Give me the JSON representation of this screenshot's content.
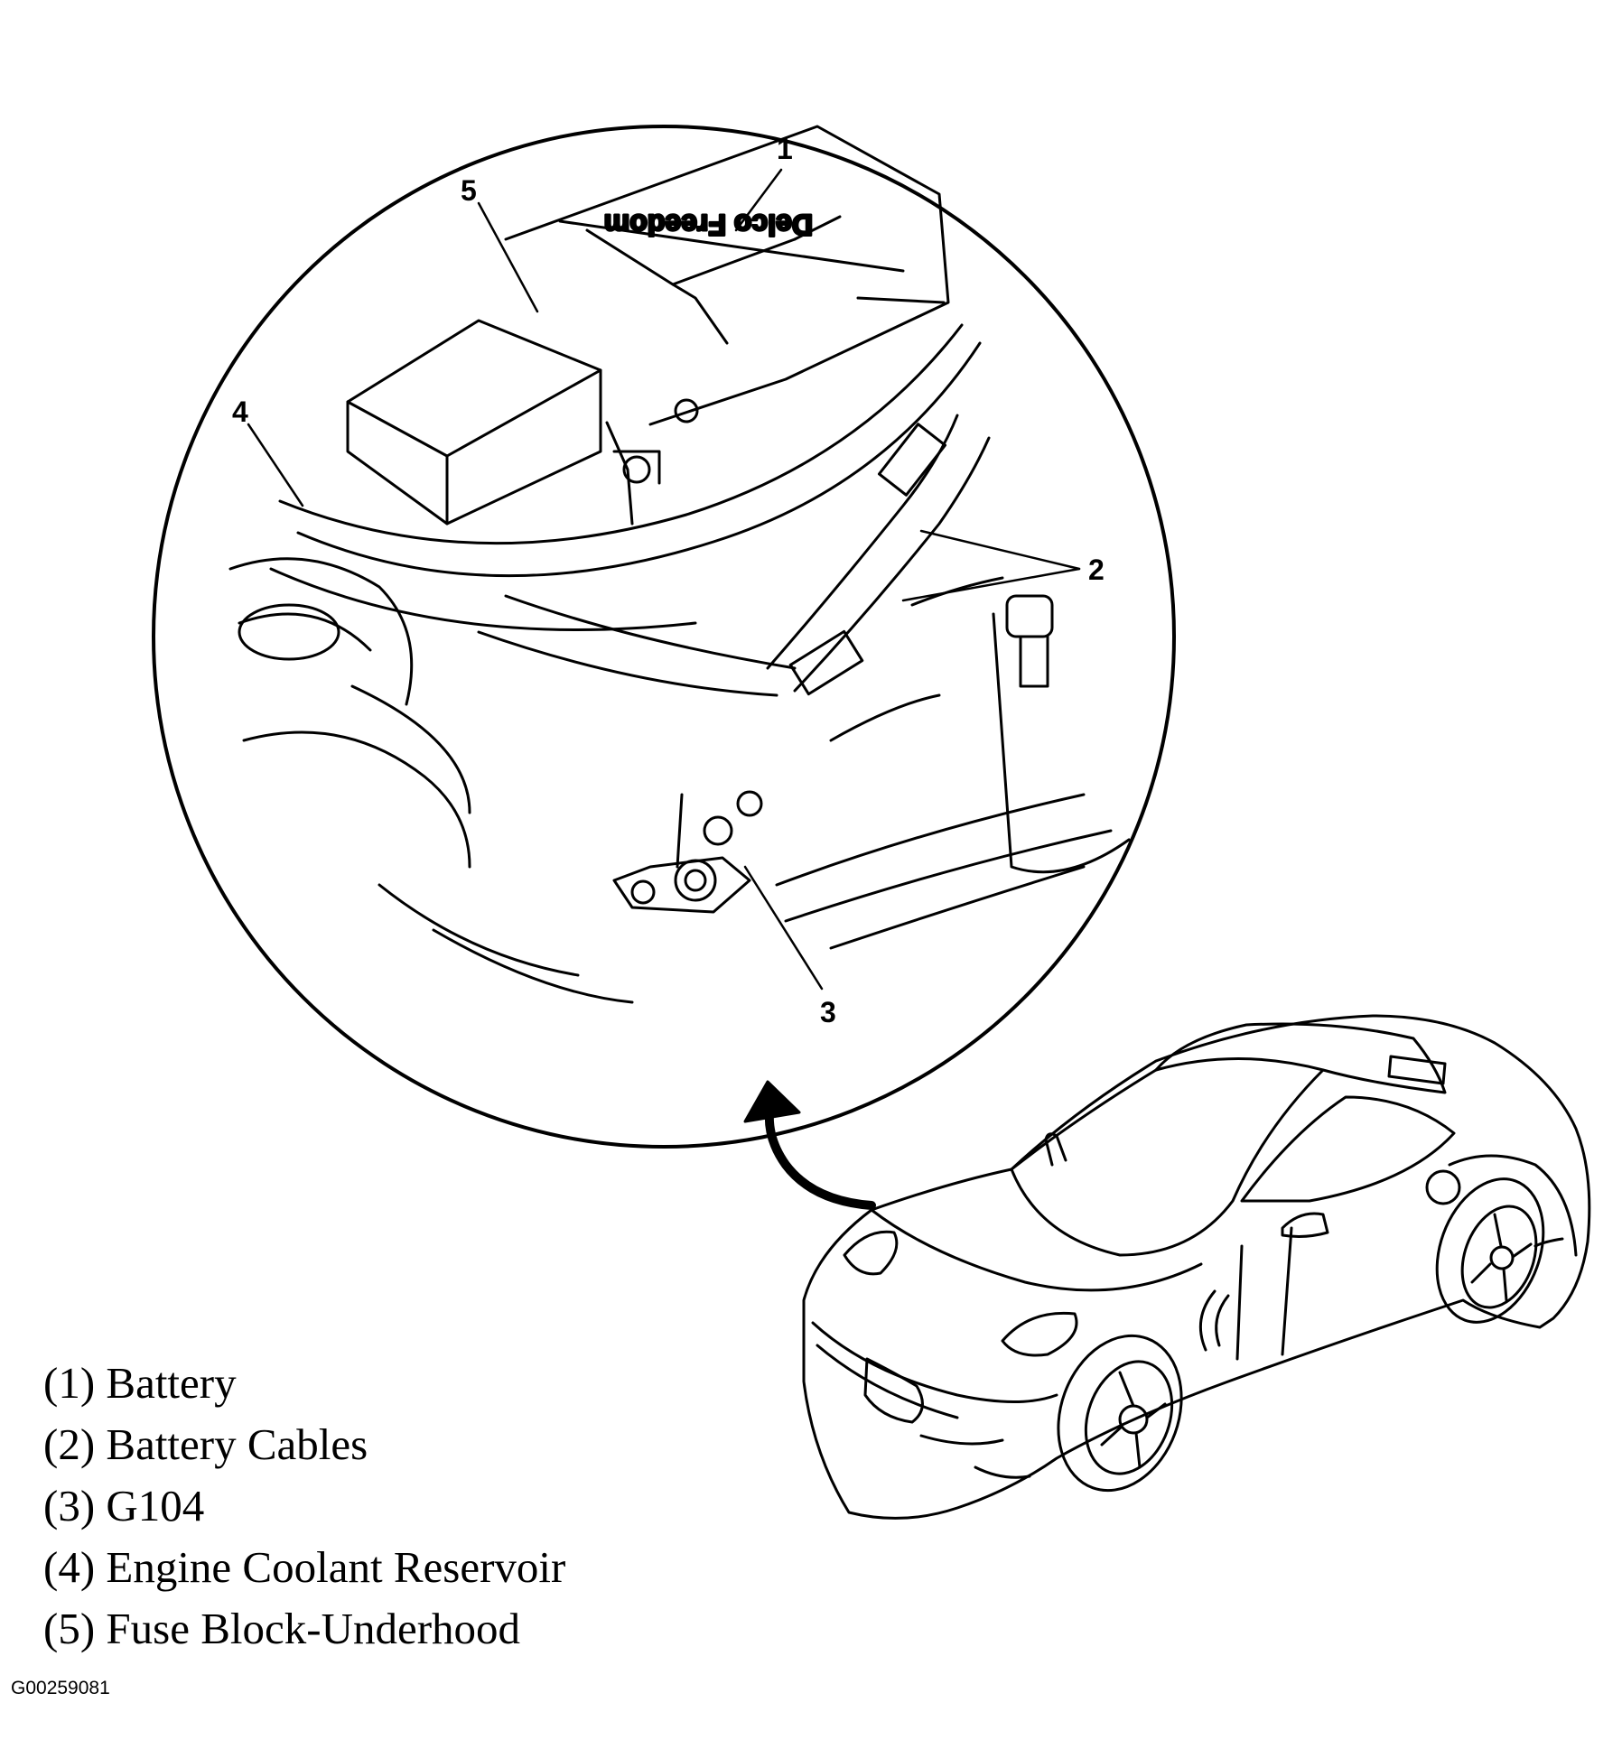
{
  "figure": {
    "callouts": [
      {
        "number": "1",
        "name": "Battery"
      },
      {
        "number": "2",
        "name": "Battery Cables"
      },
      {
        "number": "3",
        "name": "G104"
      },
      {
        "number": "4",
        "name": "Engine Coolant Reservoir"
      },
      {
        "number": "5",
        "name": "Fuse Block-Underhood"
      }
    ],
    "legend": [
      "(1) Battery",
      "(2) Battery Cables",
      "(3) G104",
      "(4) Engine Coolant Reservoir",
      "(5) Fuse Block-Underhood"
    ],
    "battery_label_text": "Delco Freedom",
    "figure_id": "G00259081"
  }
}
